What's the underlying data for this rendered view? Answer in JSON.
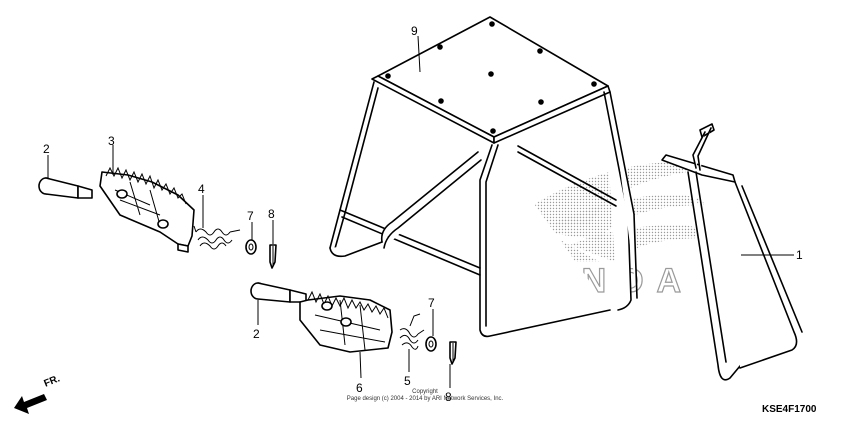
{
  "callouts": {
    "c1": "1",
    "c2a": "2",
    "c2b": "2",
    "c3": "3",
    "c4": "4",
    "c5": "5",
    "c6": "6",
    "c7a": "7",
    "c7b": "7",
    "c8a": "8",
    "c8b": "8",
    "c9": "9"
  },
  "watermark": "HONDA",
  "front_arrow": "FR.",
  "copyright_line1": "Copyright",
  "copyright_line2": "Page design (c) 2004 - 2014 by ARI Network Services, Inc.",
  "diagram_code": "KSE4F1700"
}
